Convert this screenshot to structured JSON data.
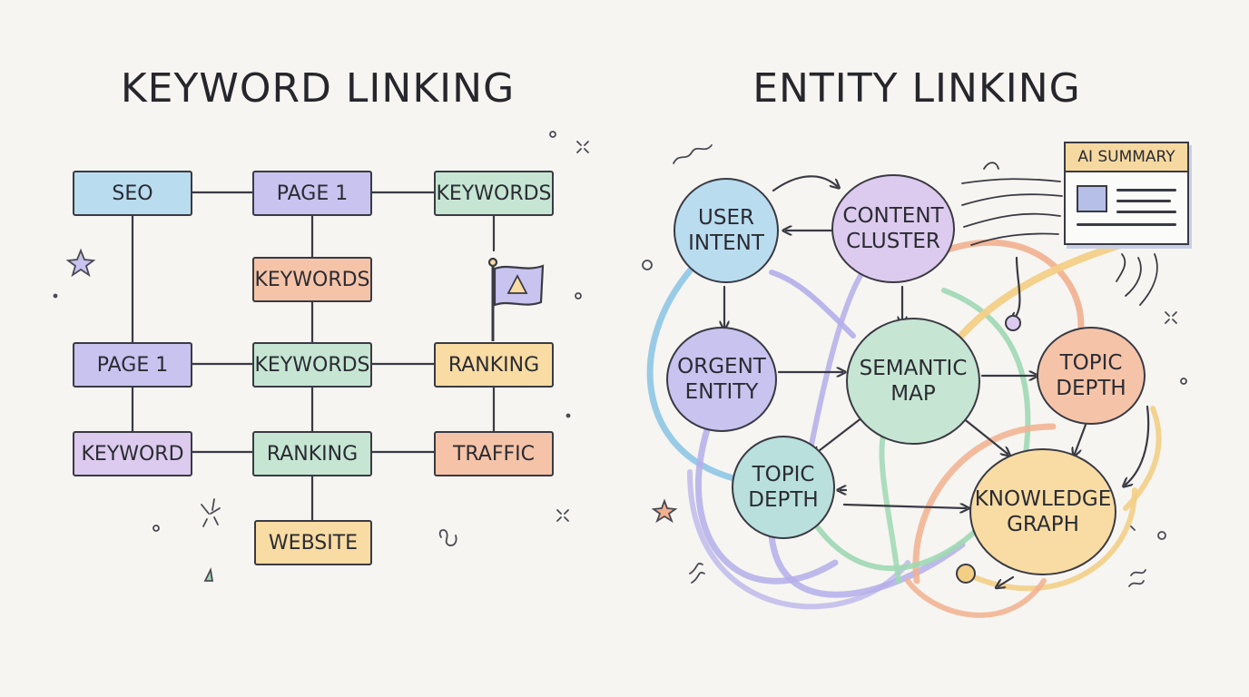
{
  "titles": {
    "left": "KEYWORD LINKING",
    "right": "ENTITY LINKING"
  },
  "keyword_boxes": [
    {
      "label": "SEO",
      "color": "#b9dcef"
    },
    {
      "label": "PAGE 1",
      "color": "#c8c3ef"
    },
    {
      "label": "KEYWORDS",
      "color": "#c6e6d3"
    },
    {
      "label": "KEYWORDS",
      "color": "#f5c4a8"
    },
    {
      "label": "PAGE 1",
      "color": "#c8c3ef"
    },
    {
      "label": "KEYWORDS",
      "color": "#c6e6d3"
    },
    {
      "label": "RANKING",
      "color": "#f8dca3"
    },
    {
      "label": "KEYWORD",
      "color": "#dccbee"
    },
    {
      "label": "RANKING",
      "color": "#c6e6d3"
    },
    {
      "label": "TRAFFIC",
      "color": "#f5c4a8"
    },
    {
      "label": "WEBSITE",
      "color": "#f8dca3"
    }
  ],
  "entity_nodes": [
    {
      "lines": [
        "USER",
        "INTENT"
      ],
      "color": "#b9dcef"
    },
    {
      "lines": [
        "CONTENT",
        "CLUSTER"
      ],
      "color": "#dccbee"
    },
    {
      "lines": [
        "ORGENT",
        "ENTITY"
      ],
      "color": "#c8c3ef"
    },
    {
      "lines": [
        "SEMANTIC",
        "MAP"
      ],
      "color": "#c6e6d3"
    },
    {
      "lines": [
        "TOPIC",
        "DEPTH"
      ],
      "color": "#f5c4a8"
    },
    {
      "lines": [
        "TOPIC",
        "DEPTH"
      ],
      "color": "#b9e0dc"
    },
    {
      "lines": [
        "KNOWLEDGE",
        "GRAPH"
      ],
      "color": "#f8dca3"
    }
  ],
  "ai_summary": {
    "header": "AI SUMMARY",
    "header_color": "#f6d9a0"
  },
  "icons": {
    "flag": "warning-flag-icon",
    "card": "summary-card-icon"
  },
  "colors": {
    "ink": "#3a3a44",
    "background": "#f6f5f1",
    "arrow_blue": "#8fc7e6",
    "arrow_purple": "#b4aeea",
    "arrow_green": "#9fd8b4",
    "arrow_orange": "#f2b08f",
    "arrow_yellow": "#f3cf86"
  }
}
